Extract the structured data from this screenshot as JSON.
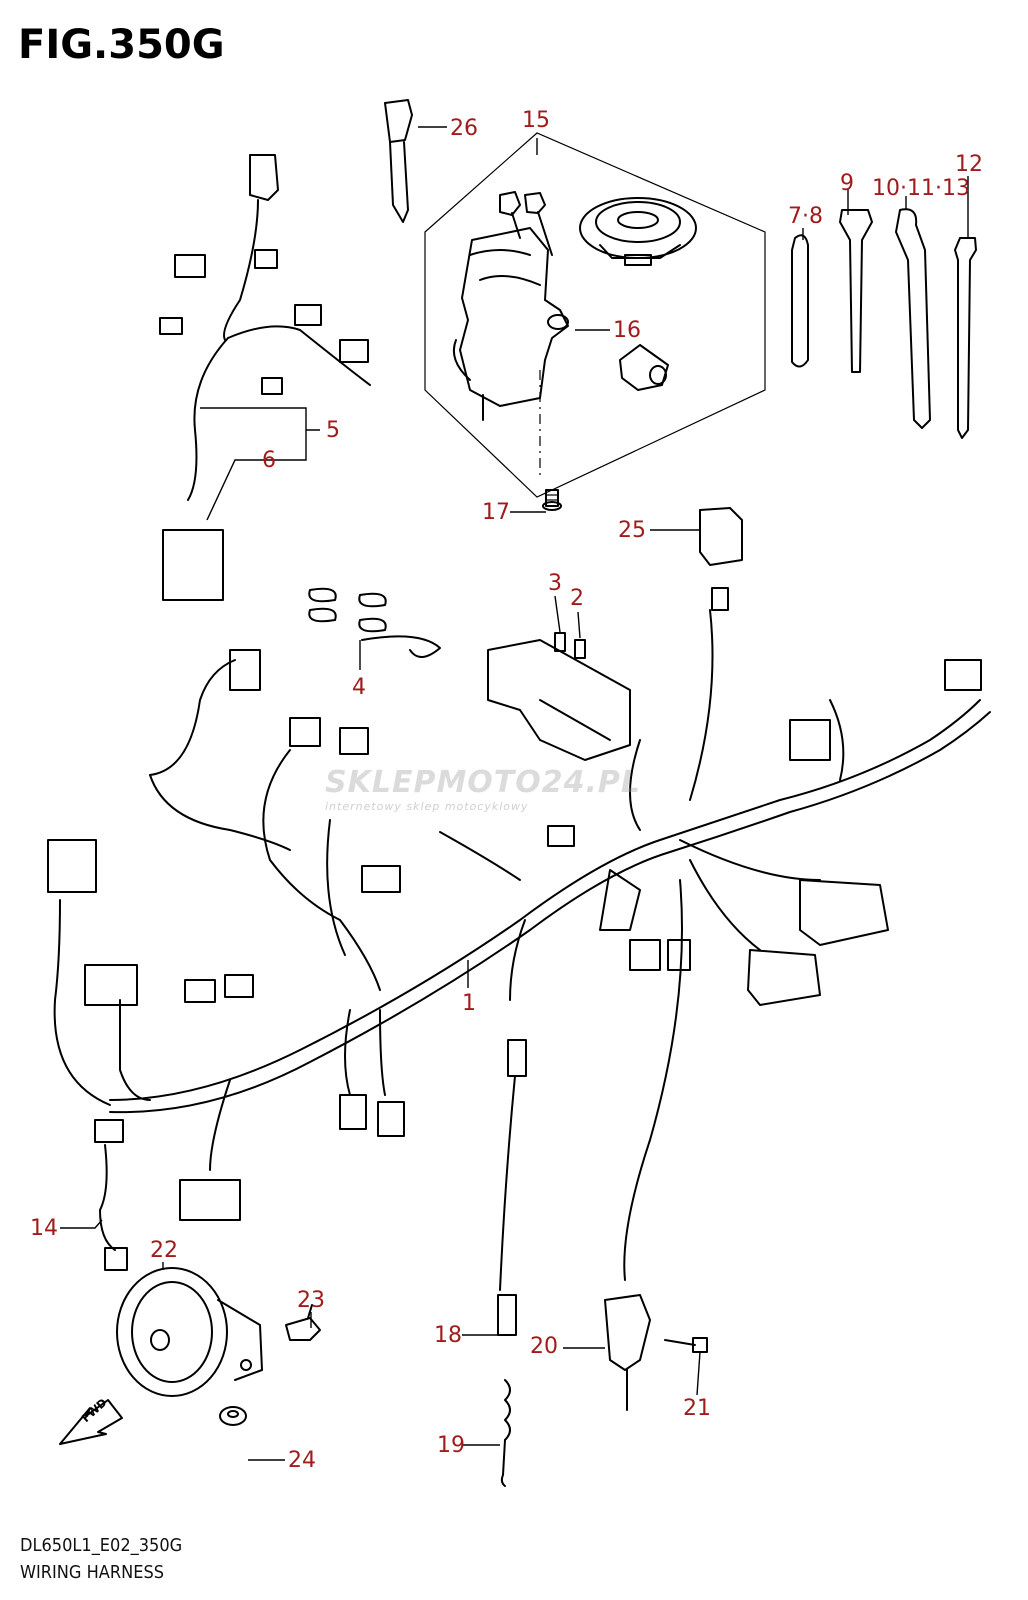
{
  "figure": {
    "title": "FIG.350G",
    "model_code": "DL650L1_E02_350G",
    "caption": "WIRING HARNESS"
  },
  "watermark": {
    "text_main": "SKLEPMOTO24.PL",
    "text_sub": "internetowy sklep motocyklowy"
  },
  "colors": {
    "callout": "#a01c1c",
    "line": "#000000",
    "watermark_gray": "#9a9a9a",
    "watermark_red": "#cc2222"
  },
  "callouts": [
    {
      "id": "c26",
      "label": "26"
    },
    {
      "id": "c15",
      "label": "15"
    },
    {
      "id": "c9",
      "label": "9"
    },
    {
      "id": "c7_8",
      "label": "7·8"
    },
    {
      "id": "c10_11_13",
      "label": "10·11·13"
    },
    {
      "id": "c12",
      "label": "12"
    },
    {
      "id": "c16",
      "label": "16"
    },
    {
      "id": "c5",
      "label": "5"
    },
    {
      "id": "c6",
      "label": "6"
    },
    {
      "id": "c17",
      "label": "17"
    },
    {
      "id": "c25",
      "label": "25"
    },
    {
      "id": "c3",
      "label": "3"
    },
    {
      "id": "c2",
      "label": "2"
    },
    {
      "id": "c4",
      "label": "4"
    },
    {
      "id": "c1",
      "label": "1"
    },
    {
      "id": "c14",
      "label": "14"
    },
    {
      "id": "c22",
      "label": "22"
    },
    {
      "id": "c23",
      "label": "23"
    },
    {
      "id": "c18",
      "label": "18"
    },
    {
      "id": "c20",
      "label": "20"
    },
    {
      "id": "c21",
      "label": "21"
    },
    {
      "id": "c19",
      "label": "19"
    },
    {
      "id": "c24",
      "label": "24"
    }
  ],
  "fwd_marker": {
    "label": "FWD"
  }
}
